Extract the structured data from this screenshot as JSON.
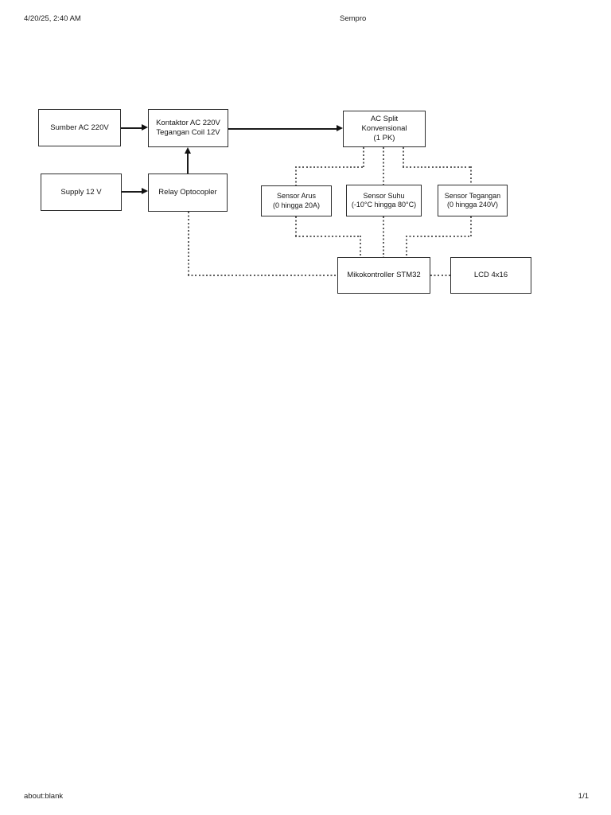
{
  "header": {
    "datetime": "4/20/25, 2:40 AM",
    "title": "Sempro"
  },
  "footer": {
    "source": "about:blank",
    "page": "1/1"
  },
  "colors": {
    "background": "#ffffff",
    "box_border": "#2e2e2e",
    "solid_line": "#1b1b1b",
    "dashed_line": "#5d5d5d",
    "text": "#141414"
  },
  "diagram": {
    "boxes": {
      "sumber_ac": {
        "label": "Sumber AC 220V"
      },
      "kontaktor": {
        "line1": "Kontaktor AC 220V",
        "line2": "Tegangan Coil 12V"
      },
      "ac_split": {
        "line1": "AC Split",
        "line2": "Konvensional",
        "line3": "(1 PK)"
      },
      "supply": {
        "label": "Supply 12 V"
      },
      "relay": {
        "label": "Relay Optocopler"
      },
      "sensor_arus": {
        "line1": "Sensor Arus",
        "line2": "(0 hingga 20A)"
      },
      "sensor_suhu": {
        "line1": "Sensor Suhu",
        "line2": "(-10°C hingga 80°C)"
      },
      "sensor_tegangan": {
        "line1": "Sensor Tegangan",
        "line2": "(0 hingga 240V)"
      },
      "mikrokontroller": {
        "label": "Mikokontroller STM32"
      },
      "lcd": {
        "label": "LCD 4x16"
      }
    }
  }
}
